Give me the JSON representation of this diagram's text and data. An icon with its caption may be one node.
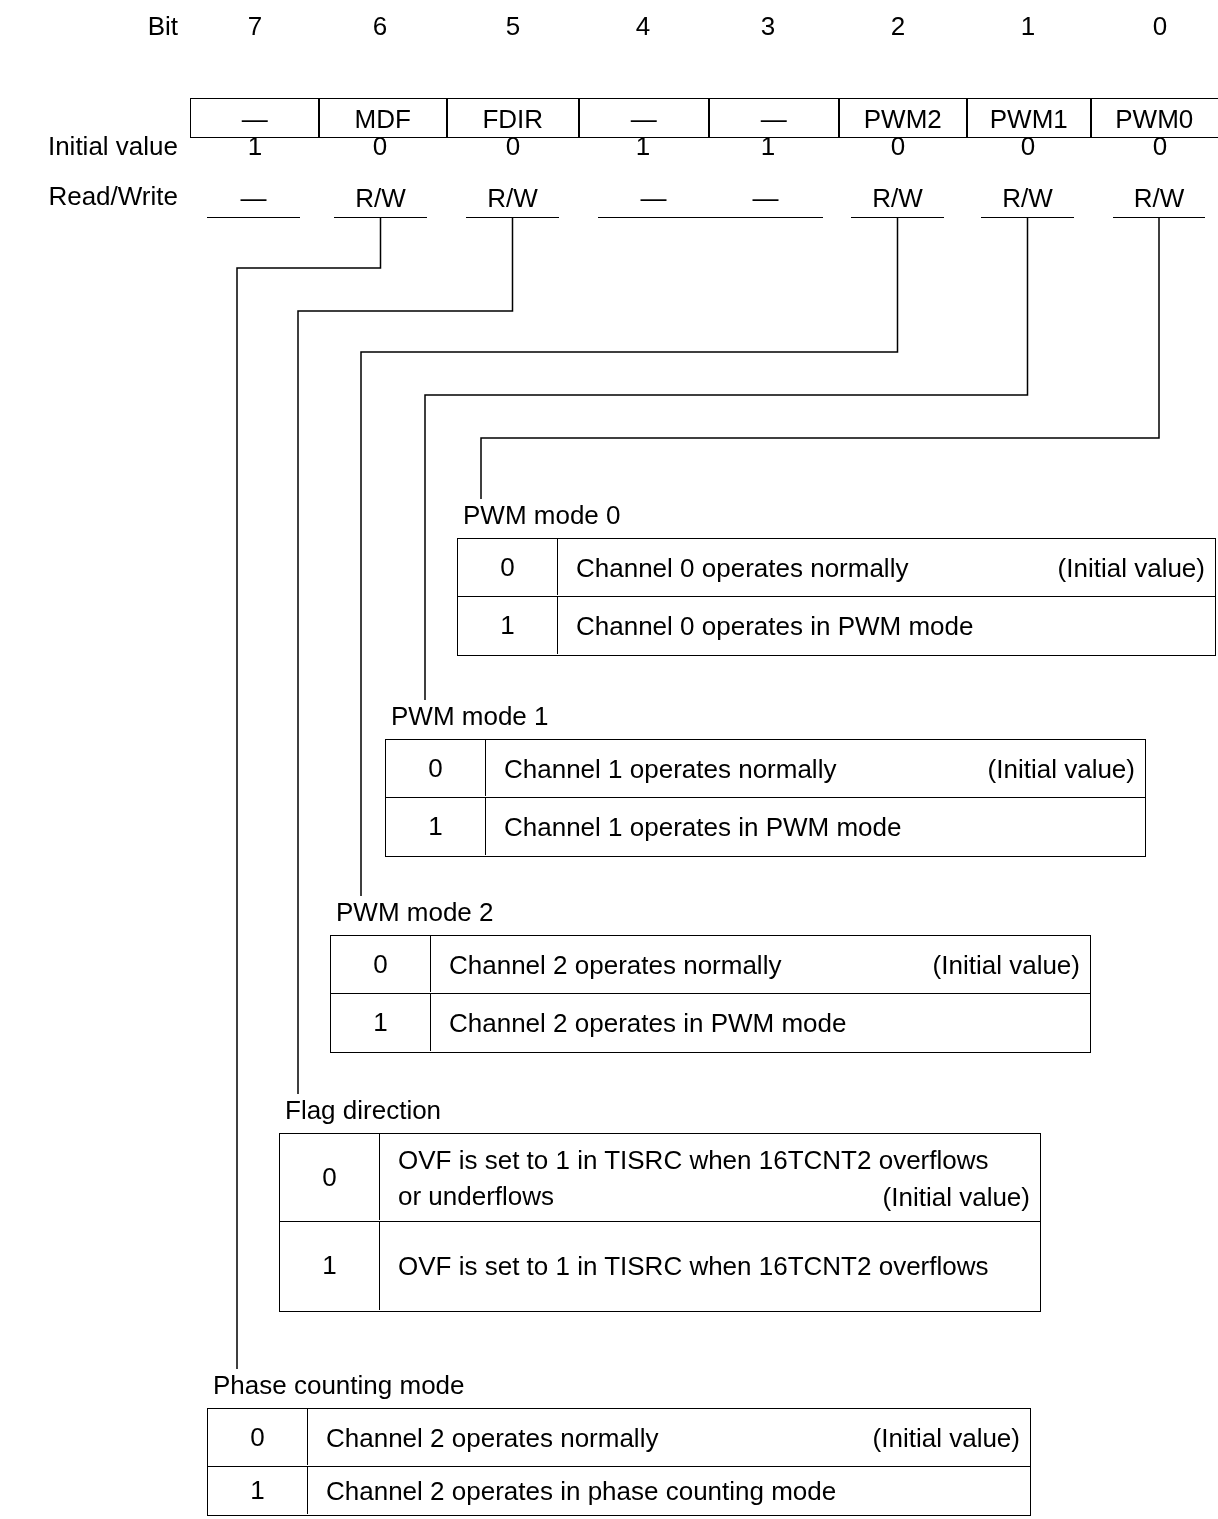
{
  "diagram": {
    "nodes": [
      {
        "text": [
          "R/W"
        ]
      },
      {
        "text": [
          "R/W"
        ]
      },
      {
        "text": [
          "R/W"
        ]
      },
      {
        "text": [
          "R/W"
        ]
      },
      {
        "text": [
          "R/W"
        ]
      },
      {
        "text": [
          "PWM mode 0"
        ]
      },
      {
        "text": [
          "0",
          "Channel 0 operates normally",
          "(Initial value)"
        ],
        "in": 5
      },
      {
        "text": [
          "1",
          "Channel 0 operates in PWM mode"
        ],
        "in": 5
      },
      {
        "text": [
          "PWM mode 1"
        ]
      },
      {
        "text": [
          "0",
          "Channel 1 operates normally",
          "(Initial value)"
        ],
        "in": 8
      },
      {
        "text": [
          "1",
          "Channel 1 operates in PWM mode"
        ],
        "in": 8
      },
      {
        "text": [
          "PWM mode 2"
        ]
      },
      {
        "text": [
          "0",
          "Channel 2 operates normally",
          "(Initial value)"
        ],
        "in": 11
      },
      {
        "text": [
          "1",
          "Channel 2 operates in PWM mode"
        ],
        "in": 11
      },
      {
        "text": [
          "Flag direction"
        ]
      },
      {
        "text": [
          "0",
          "OVF is set to 1 in TISRC when 16TCNT2 overflows or underflows",
          "(Initial value)"
        ],
        "in": 14
      },
      {
        "text": [
          "1",
          "OVF is set to 1 in TISRC when 16TCNT2 overflows"
        ],
        "in": 14
      },
      {
        "text": [
          "Phase counting mode"
        ]
      },
      {
        "text": [
          "0",
          "Channel 2 operates normally",
          "(Initial value)"
        ],
        "in": 17
      },
      {
        "text": [
          "1",
          "Channel 2 operates in phase counting mode"
        ],
        "in": 17
      }
    ],
    "edges": [
      {
        "from": 4,
        "to": 5,
        "arrow": "none"
      },
      {
        "from": 3,
        "to": 8,
        "arrow": "none"
      },
      {
        "from": 2,
        "to": 11,
        "arrow": "none"
      },
      {
        "from": 1,
        "to": 14,
        "arrow": "none"
      },
      {
        "from": 0,
        "to": 17,
        "arrow": "none"
      }
    ],
    "labels": [
      "Bit",
      "7",
      "6",
      "5",
      "4",
      "3",
      "2",
      "1",
      "0",
      "—",
      "MDF",
      "FDIR",
      "—",
      "—",
      "PWM2",
      "PWM1",
      "PWM0",
      "Initial value",
      "1",
      "0",
      "0",
      "1",
      "1",
      "0",
      "0",
      "0",
      "Read/Write",
      "—",
      "—",
      "—"
    ]
  }
}
